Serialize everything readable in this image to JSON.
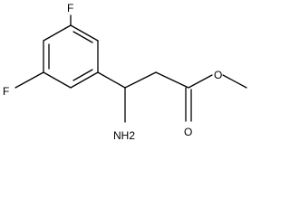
{
  "molecule": {
    "atoms": {
      "fluorine_top": "F",
      "fluorine_left": "F",
      "amine": "NH2",
      "carbonyl_oxygen": "O",
      "ester_oxygen": "O"
    }
  }
}
